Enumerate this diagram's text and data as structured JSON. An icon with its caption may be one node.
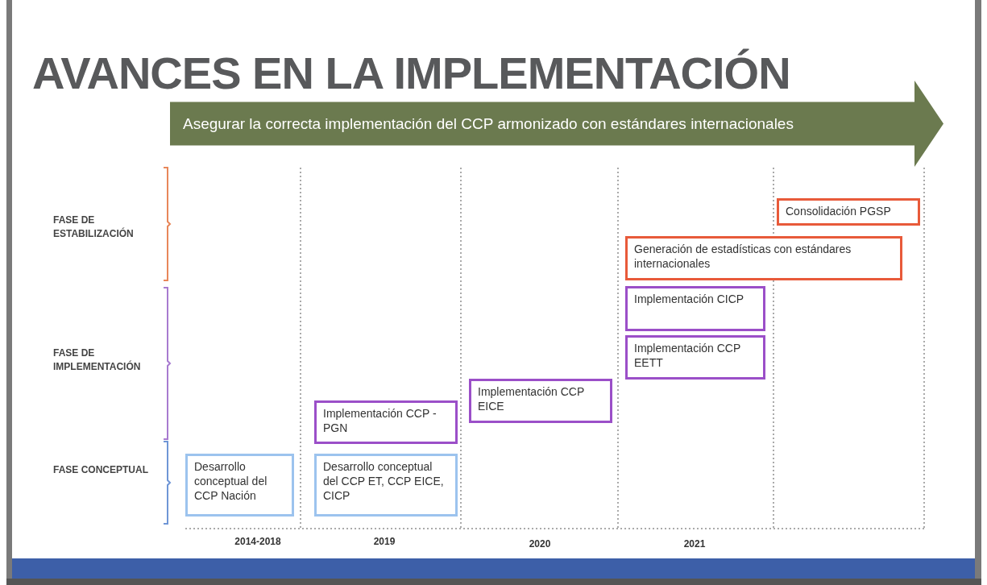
{
  "diagram": {
    "title": "AVANCES EN LA IMPLEMENTACIÓN",
    "nodes": [
      {
        "text": [
          "Asegurar la correcta implementación del CCP armonizado con estándares internacionales"
        ]
      },
      {
        "text": [
          "Consolidación PGSP"
        ]
      },
      {
        "text": [
          "Generación de estadísticas con estándares internacionales"
        ]
      },
      {
        "text": [
          "Implementación CICP"
        ]
      },
      {
        "text": [
          "Implementación CCP EETT"
        ]
      },
      {
        "text": [
          "Implementación CCP EICE"
        ]
      },
      {
        "text": [
          "Implementación CCP - PGN"
        ]
      },
      {
        "text": [
          "Desarrollo conceptual del CCP Nación"
        ]
      },
      {
        "text": [
          "Desarrollo conceptual del CCP ET, CCP EICE, CICP"
        ]
      }
    ],
    "edges": [],
    "labels": [
      "FASE DE ESTABILIZACIÓN",
      "FASE DE IMPLEMENTACIÓN",
      "FASE CONCEPTUAL",
      "2014-2018",
      "2019",
      "2020",
      "2021"
    ]
  }
}
